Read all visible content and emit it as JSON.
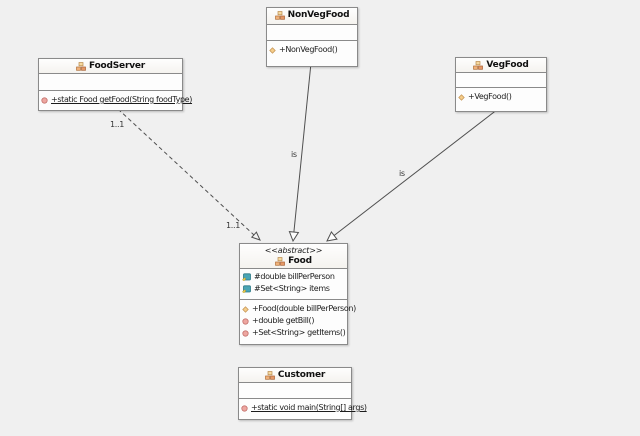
{
  "diagram": {
    "type": "uml-class-diagram",
    "classes": {
      "foodserver": {
        "name": "FoodServer",
        "fields": [],
        "methods": [
          {
            "label": "+static Food getFood(String foodType)",
            "kind": "static-method"
          }
        ]
      },
      "nonvegfood": {
        "name": "NonVegFood",
        "fields": [],
        "methods": [
          {
            "label": "+NonVegFood()",
            "kind": "constructor"
          }
        ]
      },
      "vegfood": {
        "name": "VegFood",
        "fields": [],
        "methods": [
          {
            "label": "+VegFood()",
            "kind": "constructor"
          }
        ]
      },
      "food": {
        "stereotype": "<<abstract>>",
        "name": "Food",
        "fields": [
          {
            "label": "#double billPerPerson"
          },
          {
            "label": "#Set<String> items"
          }
        ],
        "methods": [
          {
            "label": "+Food(double billPerPerson)",
            "kind": "constructor"
          },
          {
            "label": "+double getBill()",
            "kind": "method"
          },
          {
            "label": "+Set<String> getItems()",
            "kind": "method"
          }
        ]
      },
      "customer": {
        "name": "Customer",
        "fields": [],
        "methods": [
          {
            "label": "+static void main(String[] args)",
            "kind": "static-method"
          }
        ]
      }
    },
    "relationships": {
      "foodserver_food": {
        "style": "dashed-association",
        "label_source": "1..1",
        "label_target": "1..1"
      },
      "nonvegfood_food": {
        "style": "generalization",
        "label": "is"
      },
      "vegfood_food": {
        "style": "generalization",
        "label": "is"
      }
    },
    "colors": {
      "background": "#f0f0f0",
      "box_fill": "#fdfdfd",
      "box_border": "#8a8a8a",
      "line": "#4f4f4f",
      "field_icon": "#4aa5b5",
      "constructor_icon": "#f5cd8a",
      "method_icon": "#eda6a0",
      "class_icon": "#f0b27a"
    }
  }
}
